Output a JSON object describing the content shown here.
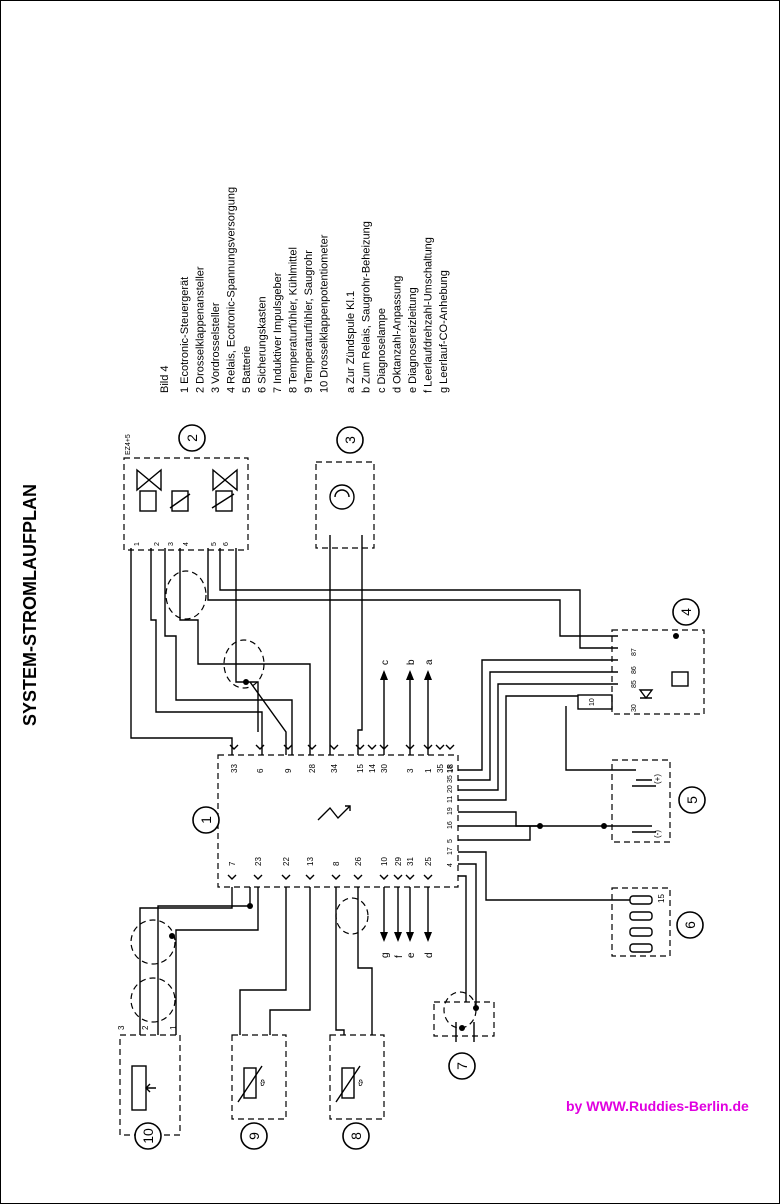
{
  "title": "SYSTEM-STROMLAUFPLAN",
  "figure_label": "Bild 4",
  "components": [
    "1  Ecotronic-Steuergerät",
    "2  Drosselklappenansteller",
    "3  Vordrosselsteller",
    "4  Relais, Ecotronic-Spannungsversorgung",
    "5  Batterie",
    "6  Sicherungskasten",
    "7  Induktiver Impulsgeber",
    "8  Temperaturfühler, Kühlmittel",
    "9  Temperaturfühler, Saugrohr",
    "10  Drosselklappenpotentiometer"
  ],
  "connections": [
    "a  Zur Zündspule Kl.1",
    "b  Zum Relais, Saugrohr-Beheizung",
    "c  Diagnoselampe",
    "d  Oktanzahl-Anpassung",
    "e  Diagnosereizleitung",
    "f  Leerlaufdrehzahl-Umschaltung",
    "g  Leerlauf-CO-Anhebung"
  ],
  "diagram": {
    "component_numbers": [
      "1",
      "2",
      "3",
      "4",
      "5",
      "6",
      "7",
      "8",
      "9",
      "10"
    ],
    "ecu_pins_top": [
      "33",
      "6",
      "9",
      "28",
      "34",
      "15",
      "14",
      "30",
      "3",
      "1",
      "35",
      "18"
    ],
    "ecu_pins_bottom": [
      "7",
      "23",
      "22",
      "13",
      "8",
      "26",
      "10",
      "29",
      "31",
      "25"
    ],
    "ecu_pins_right": [
      "4",
      "17",
      "5",
      "16",
      "19",
      "11",
      "20",
      "35",
      "18"
    ],
    "arrow_labels_top": [
      "c",
      "b",
      "a"
    ],
    "arrow_labels_bottom": [
      "g",
      "f",
      "e",
      "d"
    ],
    "relay_pins": [
      "30",
      "85",
      "86",
      "87",
      "10"
    ],
    "battery_terminals": [
      "(-)",
      "(+)"
    ],
    "fuse_label": "15",
    "sensor_symbol": "ϑ",
    "throttle_pins": [
      "3",
      "2",
      "1"
    ],
    "actuator_pins": [
      "1",
      "2",
      "3",
      "4",
      "5",
      "6"
    ]
  },
  "credit": "by  WWW.Ruddies-Berlin.de",
  "colors": {
    "ink": "#000000",
    "credit": "#e000e0",
    "background": "#ffffff"
  }
}
